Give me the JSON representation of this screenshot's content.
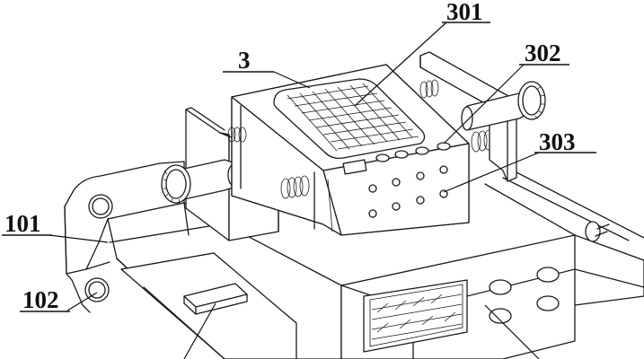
{
  "labels": {
    "part_3": "3",
    "part_301": "301",
    "part_302": "302",
    "part_303": "303",
    "part_101": "101",
    "part_102": "102"
  }
}
